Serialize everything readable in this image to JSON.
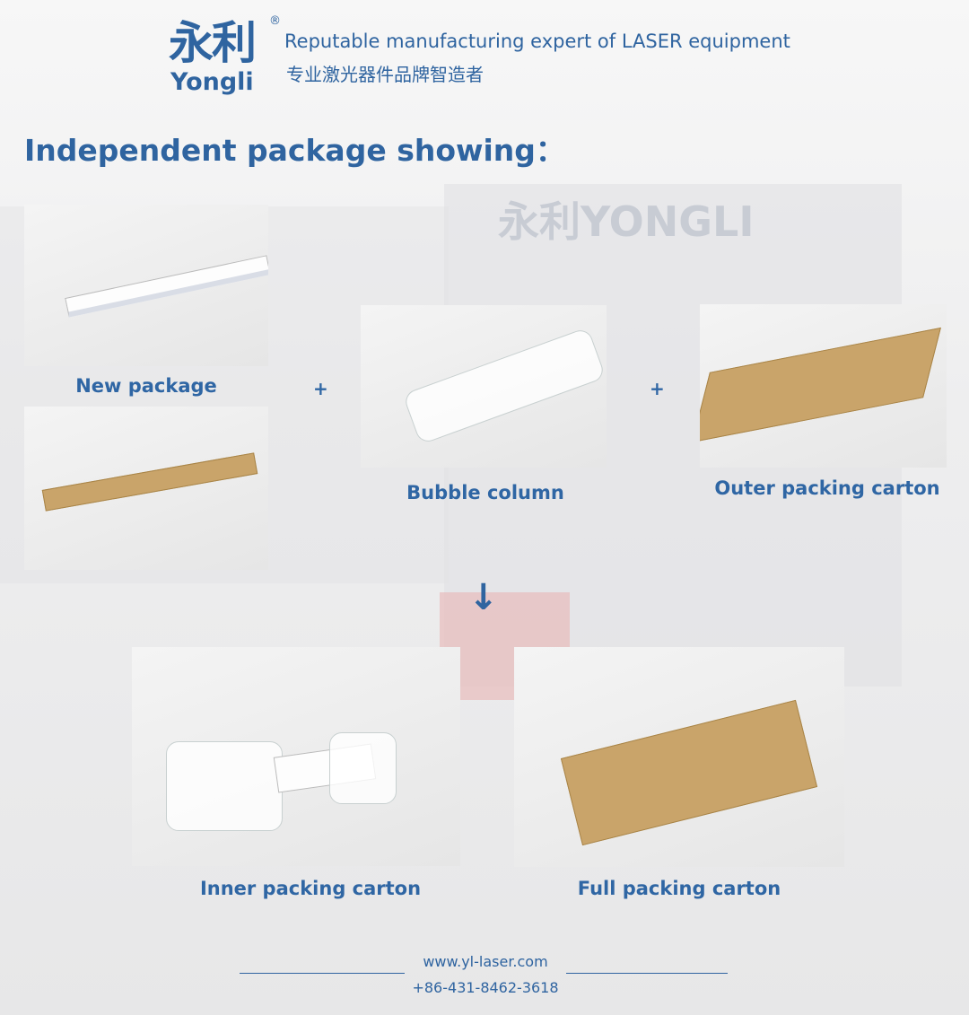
{
  "header": {
    "logo_cn": "永利",
    "logo_en": "Yongli",
    "registered_mark": "®",
    "tagline_en": "Reputable manufacturing expert of LASER equipment",
    "tagline_cn": "专业激光器件品牌智造者"
  },
  "background": {
    "building_sign": "永利YONGLI"
  },
  "title": "Independent package showing：",
  "items": [
    {
      "label": "New package"
    },
    {
      "label": "Bubble column"
    },
    {
      "label": "Outer packing carton"
    },
    {
      "label": "Inner packing carton"
    },
    {
      "label": "Full packing carton"
    }
  ],
  "operators": {
    "plus": "+",
    "arrow": "↓"
  },
  "footer": {
    "website": "www.yl-laser.com",
    "phone": "+86-431-8462-3618"
  },
  "colors": {
    "brand_blue": "#2f64a0"
  }
}
